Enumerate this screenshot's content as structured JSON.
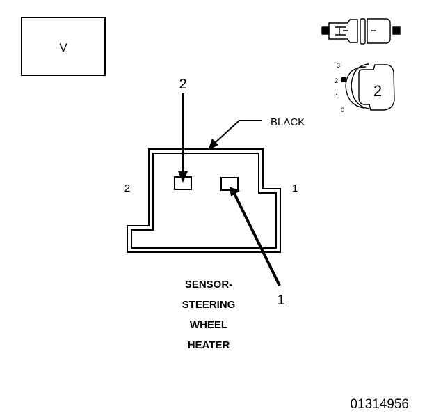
{
  "view_box_label": "V",
  "connector_color": "BLACK",
  "cavity_labels": {
    "left": "2",
    "right": "1"
  },
  "callouts": {
    "pin_2": "2",
    "pin_1": "1"
  },
  "component_name": [
    "SENSOR-",
    "STEERING",
    "WHEEL",
    "HEATER"
  ],
  "key_icon": {
    "scale": [
      "3",
      "2",
      "1",
      "0"
    ],
    "number": "2"
  },
  "figure_number": "01314956"
}
